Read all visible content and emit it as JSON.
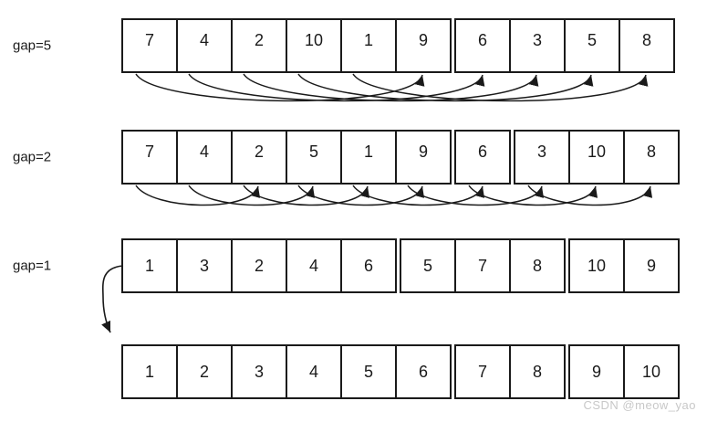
{
  "diagram": {
    "title": "shell-sort-gap-passes",
    "watermark": "CSDN @meow_yao",
    "colors": {
      "line": "#1a1a1a",
      "text": "#1a1a1a",
      "background": "#ffffff",
      "watermark": "#c8c8c8"
    },
    "rows": [
      {
        "label": "gap=5",
        "groups": [
          [
            7,
            4,
            2,
            10,
            1,
            9
          ],
          [
            6,
            3,
            5,
            8
          ]
        ],
        "arcs": [
          {
            "from": 0,
            "to": 5
          },
          {
            "from": 1,
            "to": 6
          },
          {
            "from": 2,
            "to": 7
          },
          {
            "from": 3,
            "to": 8
          },
          {
            "from": 4,
            "to": 9
          }
        ]
      },
      {
        "label": "gap=2",
        "groups": [
          [
            7,
            4,
            2,
            5,
            1,
            9
          ],
          [
            6
          ],
          [
            3,
            10,
            8
          ]
        ],
        "arcs": [
          {
            "from": 0,
            "to": 2
          },
          {
            "from": 1,
            "to": 3
          },
          {
            "from": 2,
            "to": 4
          },
          {
            "from": 3,
            "to": 5
          },
          {
            "from": 4,
            "to": 6
          },
          {
            "from": 5,
            "to": 7
          },
          {
            "from": 6,
            "to": 8
          },
          {
            "from": 7,
            "to": 9
          }
        ]
      },
      {
        "label": "gap=1",
        "groups": [
          [
            1,
            3,
            2,
            4,
            6
          ],
          [
            5,
            7,
            8
          ],
          [
            10,
            9
          ]
        ],
        "arcs": []
      },
      {
        "label": "",
        "groups": [
          [
            1,
            2,
            3,
            4,
            5,
            6
          ],
          [
            7,
            8
          ],
          [
            9,
            10
          ]
        ],
        "arcs": []
      }
    ],
    "transition_arrow": {
      "from_row": 2,
      "to_row": 3,
      "description": "curved arrow from gap=1 row down to sorted row"
    }
  }
}
